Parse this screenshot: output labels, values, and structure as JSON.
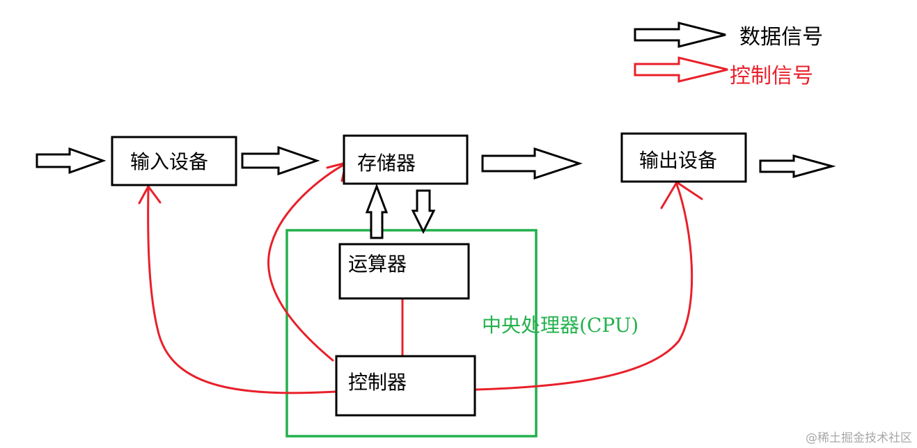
{
  "legend": {
    "data_signal": "数据信号",
    "control_signal": "控制信号"
  },
  "nodes": {
    "input": "输入设备",
    "memory": "存储器",
    "output": "输出设备",
    "alu": "运算器",
    "controller": "控制器"
  },
  "cpu_label": "中央处理器(CPU)",
  "watermark": "@稀土掘金技术社区",
  "colors": {
    "data": "#000000",
    "control": "#e8202a",
    "cpu": "#22b14c",
    "watermark": "#a8a8a8"
  }
}
